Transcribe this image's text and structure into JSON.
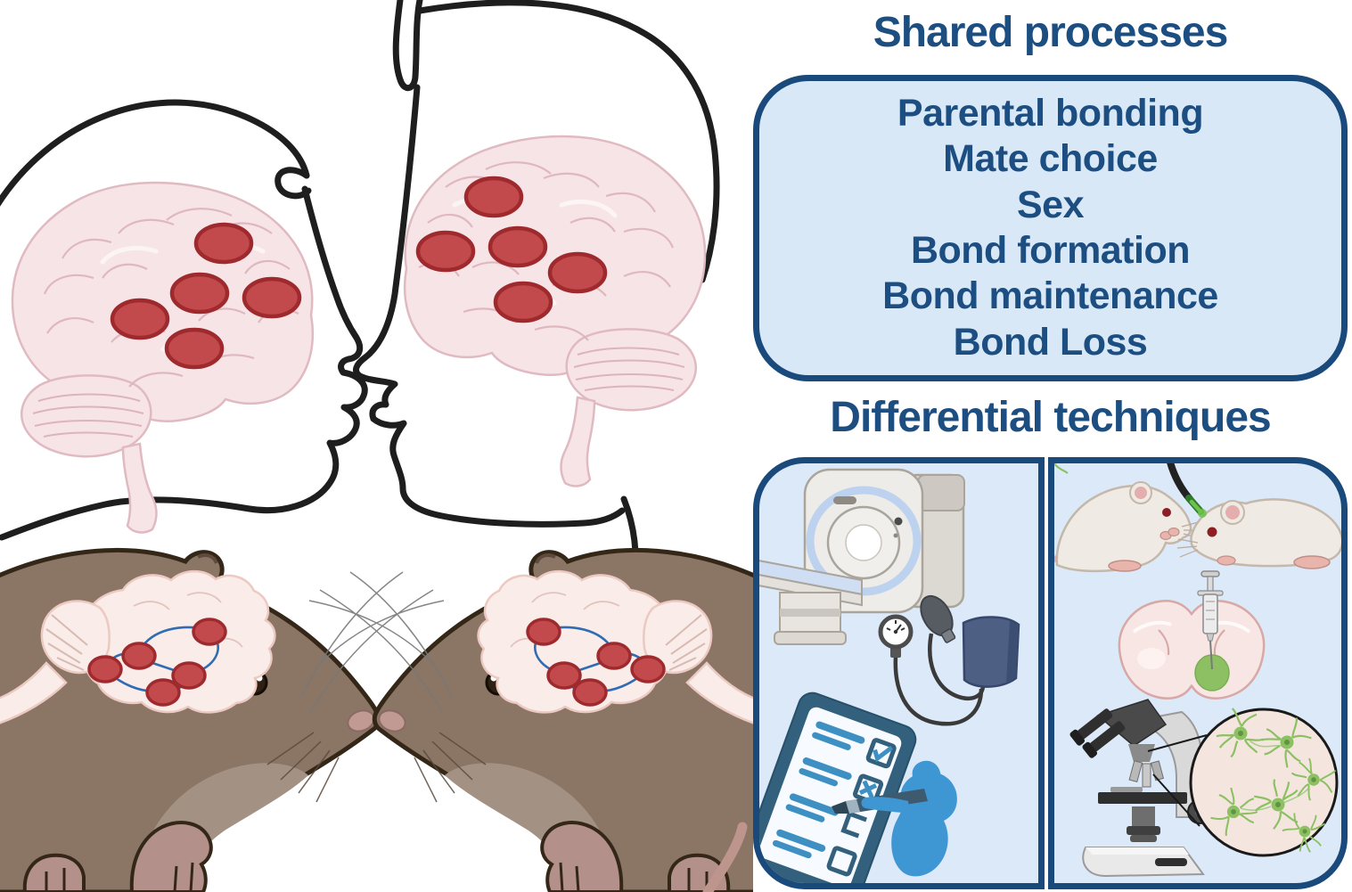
{
  "figure": {
    "background": "#ffffff",
    "accent_text_color": "#1c4e82",
    "panel_border_color": "#1a4a7c",
    "panel_fill_color": "#d9e8f7"
  },
  "shared_processes": {
    "title": "Shared processes",
    "items": [
      "Parental bonding",
      "Mate choice",
      "Sex",
      "Bond formation",
      "Bond maintenance",
      "Bond Loss"
    ]
  },
  "differential_techniques": {
    "title": "Differential techniques",
    "human_panel_icons": [
      "mri-scanner",
      "blood-pressure-monitor",
      "questionnaire-checklist"
    ],
    "animal_panel_icons": [
      "rats-fiber-photometry",
      "brain-slice-viral-injection",
      "microscope",
      "magnified-neurons"
    ]
  },
  "illustration": {
    "top_left": "Human couple in profile about to kiss, brains with highlighted bonding regions",
    "bottom_left": "Vole couple nose to nose, brains with connected bonding regions",
    "brain_region_dots_per_brain": 5,
    "dot_color": "#c24a4d",
    "dot_border_color": "#9e2a2e",
    "network_line_color": "#2f6cb3",
    "green_marker_color": "#8cc063"
  }
}
